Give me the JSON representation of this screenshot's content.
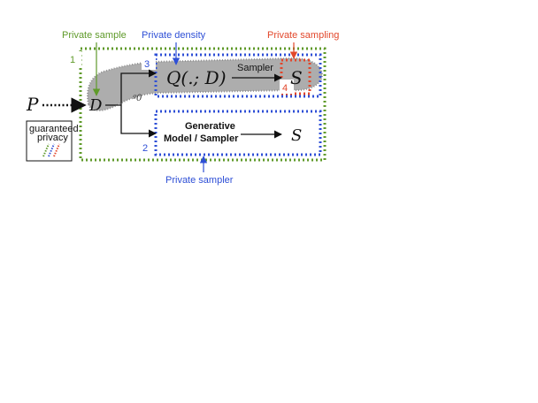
{
  "labels": {
    "private_sample": "Private sample",
    "private_density": "Private density",
    "private_sampling": "Private sampling",
    "private_sampler": "Private sampler",
    "sampler": "Sampler",
    "generative_line1": "Generative",
    "generative_line2": "Model / Sampler",
    "guaranteed_line1": "guaranteed",
    "guaranteed_line2": "privacy"
  },
  "math": {
    "P": "P",
    "D": "D",
    "Q": "Q(.; D)",
    "S_top": "S",
    "S_bottom": "S",
    "A": "ᵍ0"
  },
  "numbers": {
    "n1": "1",
    "n2": "2",
    "n3": "3",
    "n4": "4"
  },
  "colors": {
    "green": "#5f9a2a",
    "blue": "#2e4fd6",
    "red": "#e2472b",
    "gray_blob": "#a9a9a9",
    "black": "#111111"
  }
}
